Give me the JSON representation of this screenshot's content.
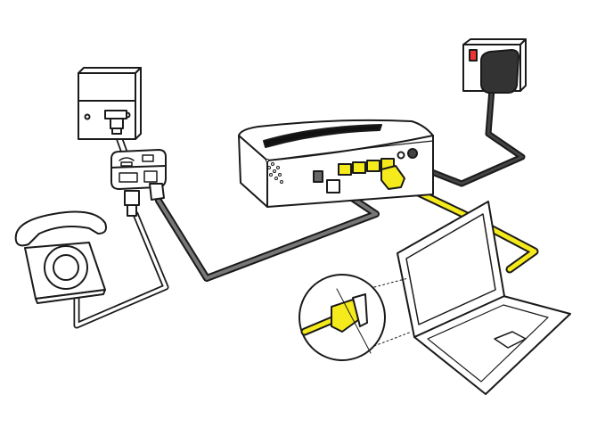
{
  "diagram": {
    "components": [
      "wall-phone-socket",
      "adsl-splitter",
      "telephone",
      "router",
      "power-socket",
      "power-adapter",
      "laptop",
      "ethernet-plug-inset"
    ],
    "colors": {
      "outline": "#1a1a1a",
      "ethernet_cable": "#f5ea1c",
      "dsl_cable": "#666666",
      "power_cable": "#2a2a2a",
      "fill": "#ffffff"
    }
  }
}
